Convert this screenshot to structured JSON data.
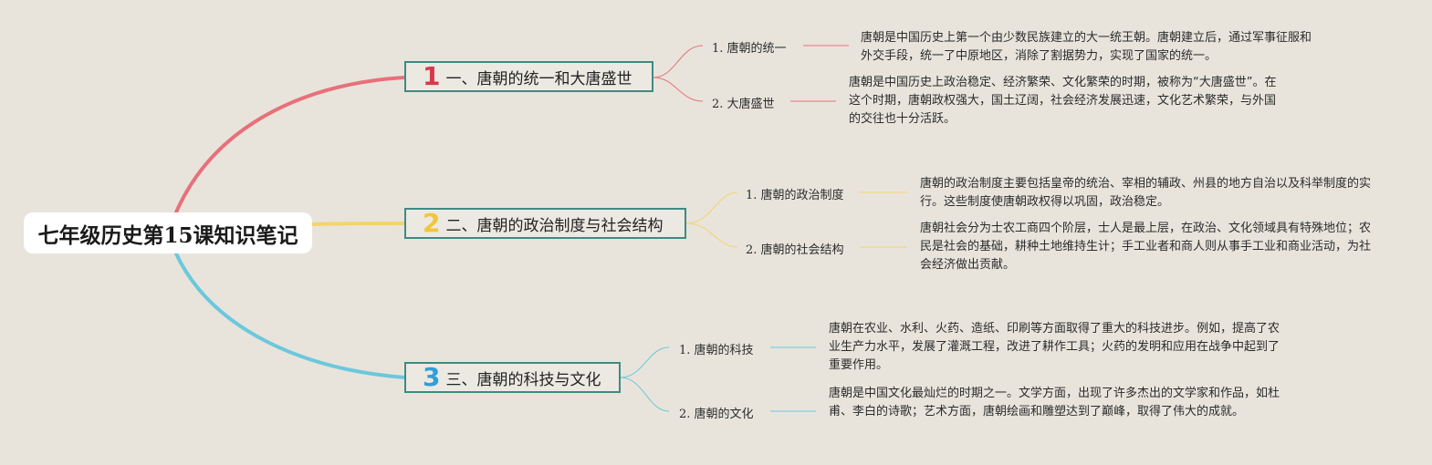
{
  "root": {
    "title": "七年级历史第15课知识笔记"
  },
  "colors": {
    "branch1": "#e8707a",
    "branch2": "#f5d36b",
    "branch3": "#6cc8dc",
    "box_border": "#3f8a83"
  },
  "branches": [
    {
      "number": "1",
      "title": "一、唐朝的统一和大唐盛世",
      "subs": [
        {
          "label": "1. 唐朝的统一",
          "desc": "唐朝是中国历史上第一个由少数民族建立的大一统王朝。唐朝建立后，通过军事征服和外交手段，统一了中原地区，消除了割据势力，实现了国家的统一。"
        },
        {
          "label": "2. 大唐盛世",
          "desc": "唐朝是中国历史上政治稳定、经济繁荣、文化繁荣的时期，被称为“大唐盛世”。在这个时期，唐朝政权强大，国土辽阔，社会经济发展迅速，文化艺术繁荣，与外国的交往也十分活跃。"
        }
      ]
    },
    {
      "number": "2",
      "title": "二、唐朝的政治制度与社会结构",
      "subs": [
        {
          "label": "1. 唐朝的政治制度",
          "desc": "唐朝的政治制度主要包括皇帝的统治、宰相的辅政、州县的地方自治以及科举制度的实行。这些制度使唐朝政权得以巩固，政治稳定。"
        },
        {
          "label": "2. 唐朝的社会结构",
          "desc": "唐朝社会分为士农工商四个阶层，士人是最上层，在政治、文化领域具有特殊地位；农民是社会的基础，耕种土地维持生计；手工业者和商人则从事手工业和商业活动，为社会经济做出贡献。"
        }
      ]
    },
    {
      "number": "3",
      "title": "三、唐朝的科技与文化",
      "subs": [
        {
          "label": "1. 唐朝的科技",
          "desc": "唐朝在农业、水利、火药、造纸、印刷等方面取得了重大的科技进步。例如，提高了农业生产力水平，发展了灌溉工程，改进了耕作工具；火药的发明和应用在战争中起到了重要作用。"
        },
        {
          "label": "2. 唐朝的文化",
          "desc": "唐朝是中国文化最灿烂的时期之一。文学方面，出现了许多杰出的文学家和作品，如杜甫、李白的诗歌；艺术方面，唐朝绘画和雕塑达到了巅峰，取得了伟大的成就。"
        }
      ]
    }
  ]
}
